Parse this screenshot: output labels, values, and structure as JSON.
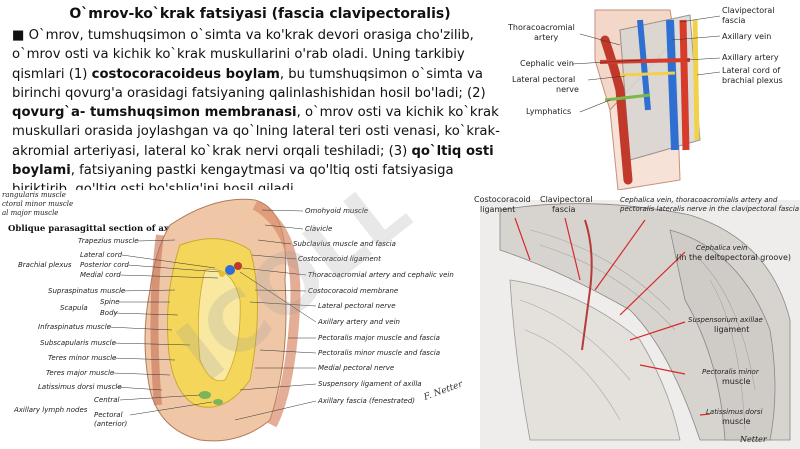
{
  "title": "O`mrov-ko`krak fatsiyasi (fascia clavipectoralis)",
  "bullet": "■",
  "intro": " O`mrov, tumshuqsimon o`simta va ko'krak devori orasiga cho'zilib, o`mrov osti va kichik ko`krak muskullarini o'rab oladi. Uning tarkibiy qismlari (1) ",
  "term1": "costocoracoideus boylam",
  "after1": ", bu tumshuqsimon o`simta va birinchi qovurg'a orasidagi fatsiyaning qalinlashishidan hosil bo'ladi; (2) ",
  "term2": "qovurg`a- tumshuqsimon membranasi",
  "after2": ", o`mrov osti va kichik ko`krak muskullari orasida joylashgan va qo`lning lateral teri osti venasi, ko`krak-akromial arteriyasi, lateral ko`krak nervi orqali teshiladi; (3) ",
  "term3": "qo`ltiq osti boylami",
  "after3": ", fatsiyaning pastki kengaytmasi va qo'ltiq osti fatsiyasiga biriktirib, qo'ltiq osti bo'shlig'ini hosil qiladi.",
  "fig_top": {
    "labels": {
      "thoracoacromial": "Thoracoacromial",
      "artery": "artery",
      "cephalic": "Cephalic vein",
      "lateral_pectoral": "Lateral pectoral",
      "nerve": "nerve",
      "lymphatics": "Lymphatics",
      "clavipectoral": "Clavipectoral",
      "fascia": "fascia",
      "axillary_vein": "Axillary vein",
      "axillary_artery": "Axillary artery",
      "lateral_cord": "Lateral cord of",
      "brachial_plexus": "brachial plexus"
    }
  },
  "fig_sag": {
    "top_frag1": "rangularis muscle",
    "top_frag2": "ctoral minor muscle",
    "top_frag3": "al major muscle",
    "heading": "Oblique parasagittal section of axilla",
    "left": {
      "trapezius": "Trapezius muscle",
      "brachial_plexus": "Brachial plexus",
      "lateral_cord": "Lateral cord",
      "posterior_cord": "Posterior cord",
      "medial_cord": "Medial cord",
      "supraspinatus": "Supraspinatus muscle",
      "scapula": "Scapula",
      "spine": "Spine",
      "body": "Body",
      "infraspinatus": "Infraspinatus muscle",
      "subscapularis": "Subscapularis muscle",
      "teres_minor": "Teres minor muscle",
      "teres_major": "Teres major muscle",
      "latissimus": "Latissimus dorsi muscle",
      "axillary_nodes": "Axillary lymph nodes",
      "central": "Central",
      "pectoral": "Pectoral",
      "anterior": "(anterior)"
    },
    "right": {
      "omohyoid": "Omohyoid muscle",
      "clavicle": "Clavicle",
      "subclavius": "Subclavius muscle and fascia",
      "costocoracoid_lig": "Costocoracoid ligament",
      "thoracoacromial": "Thoracoacromial artery and cephalic vein",
      "costocoracoid_mem": "Costocoracoid membrane",
      "lateral_pectoral": "Lateral pectoral nerve",
      "axillary_av": "Axillary artery and vein",
      "pect_major": "Pectoralis major muscle and fascia",
      "pect_minor": "Pectoralis minor muscle and fascia",
      "medial_pectoral": "Medial pectoral nerve",
      "suspensory": "Suspensory ligament of axilla",
      "axillary_fascia": "Axillary fascia (fenestrated)"
    },
    "signature": "F. Netter"
  },
  "fig_ant": {
    "costocoracoid": "Costocoracoid",
    "ligament": "ligament",
    "clavipectoral": "Clavipectoral",
    "fascia": "fascia",
    "top_note1": "Cephalica vein, thoracoacromialis artery and",
    "top_note2": "pectoralis lateralis nerve in the clavipectoral fascia",
    "cephalica": "Cephalica vein",
    "deltopectoral": "(in the deltopectoral groove)",
    "suspensorium": "Suspensorium axillae",
    "susp_lig": "ligament",
    "pect_minor": "Pectoralis minor",
    "muscle1": "muscle",
    "latissimus": "Latissimus dorsi",
    "muscle2": "muscle",
    "signature": "Netter"
  },
  "watermark": "ICOLL"
}
